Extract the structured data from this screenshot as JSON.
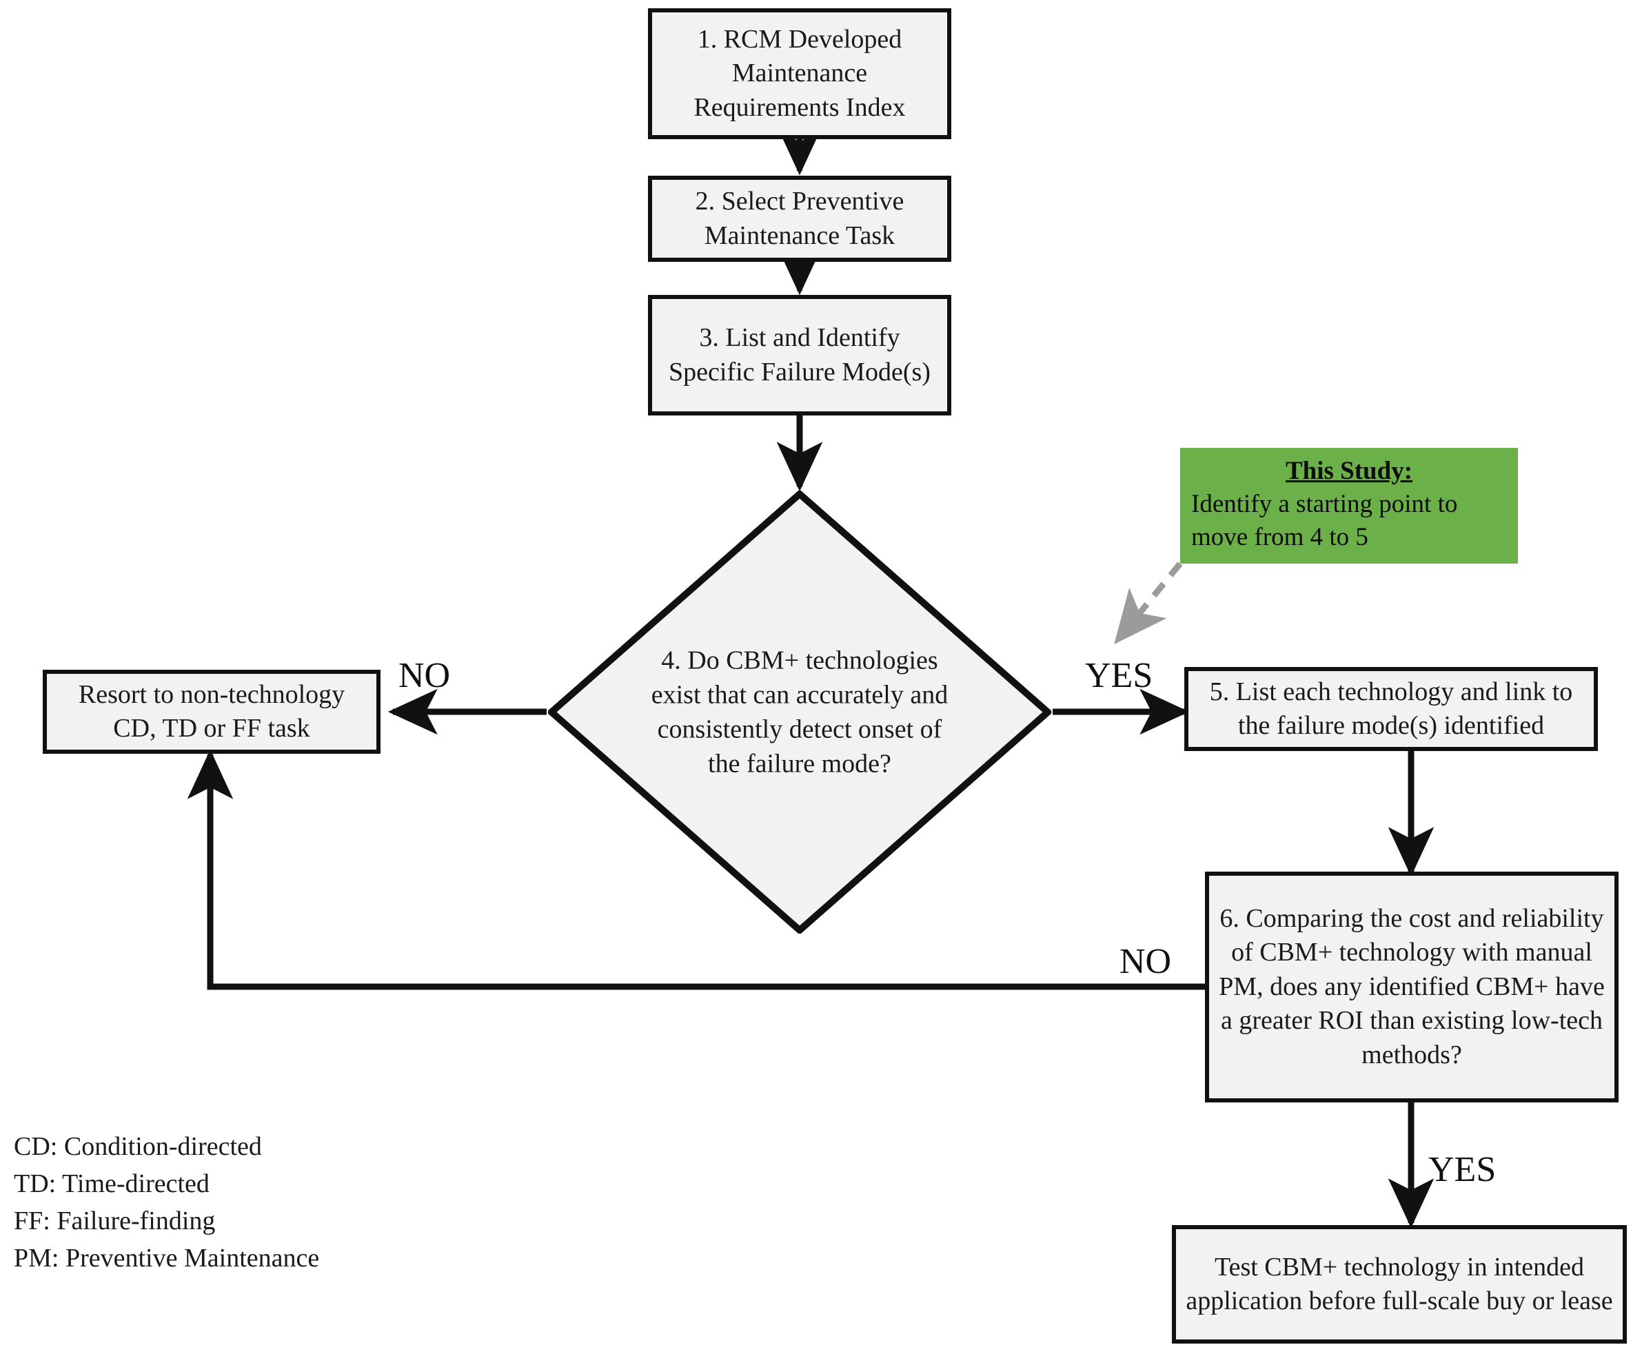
{
  "figure": {
    "type": "flowchart",
    "title": "CBM+ technology selection decision flowchart",
    "colors": {
      "node_fill": "#F2F2F2",
      "node_border": "#111111",
      "highlight_fill": "#6CB04A",
      "dashed_connector": "#9B9B9B",
      "background": "#FFFFFF"
    }
  },
  "nodes": {
    "n1": {
      "id": "1",
      "text": "1. RCM Developed Maintenance Requirements Index",
      "shape": "process"
    },
    "n2": {
      "id": "2",
      "text": "2. Select Preventive Maintenance Task",
      "shape": "process"
    },
    "n3": {
      "id": "3",
      "text": "3. List and Identify Specific Failure Mode(s)",
      "shape": "process"
    },
    "n4": {
      "id": "4",
      "text": "4. Do CBM+ technologies exist that can accurately and consistently detect onset of the failure mode?",
      "shape": "decision"
    },
    "n5": {
      "id": "5",
      "text": "5. List each technology and link to the failure mode(s) identified",
      "shape": "process"
    },
    "n6": {
      "id": "6",
      "text": "6. Comparing the cost and reliability of CBM+ technology with manual PM, does any identified CBM+ have a greater ROI than existing low-tech methods?",
      "shape": "process"
    },
    "n_resort": {
      "id": "resort",
      "text": "Resort to non-technology CD, TD or FF task",
      "shape": "process"
    },
    "n_test": {
      "id": "test",
      "text": "Test CBM+ technology in intended application before full-scale buy or lease",
      "shape": "process"
    }
  },
  "highlight_note": {
    "header": "This Study:",
    "body": "Identify a starting point to move from 4 to 5"
  },
  "edge_labels": {
    "no_from_decision": "NO",
    "yes_from_decision": "YES",
    "no_from_step6": "NO",
    "yes_from_step6": "YES"
  },
  "legend": {
    "items": [
      "CD: Condition-directed",
      "TD: Time-directed",
      "FF: Failure-finding",
      "PM: Preventive Maintenance"
    ]
  }
}
